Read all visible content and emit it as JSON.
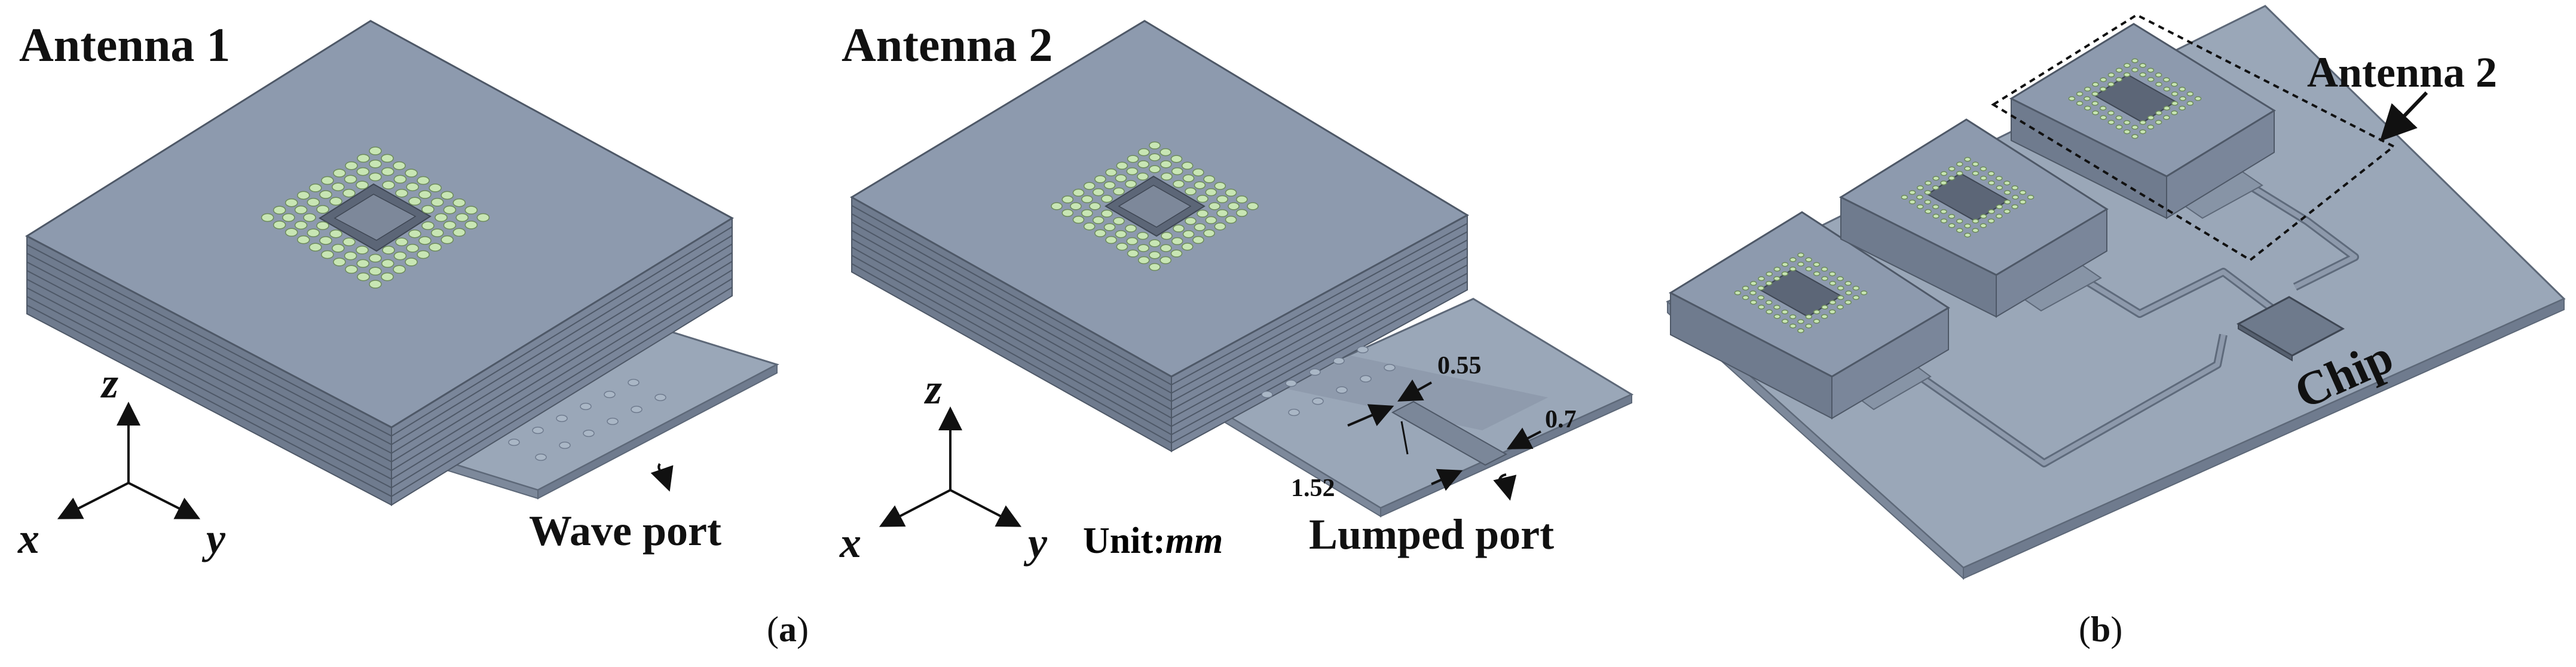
{
  "panel_a": {
    "antenna1_title": "Antenna 1",
    "antenna2_title": "Antenna 2",
    "wave_port_label": "Wave port",
    "lumped_port_label": "Lumped port",
    "unit_label": "Unit:",
    "unit_value": "mm",
    "dim_055": "0.55",
    "dim_07": "0.7",
    "dim_152": "1.52",
    "axis_x": "x",
    "axis_y": "y",
    "axis_z": "z",
    "caption_open": "(",
    "caption_letter": "a",
    "caption_close": ")"
  },
  "panel_b": {
    "antenna2_label": "Antenna 2",
    "chip_label": "Chip",
    "caption_open": "(",
    "caption_letter": "b",
    "caption_close": ")"
  },
  "colors": {
    "block_top": "#8d9aae",
    "block_side": "#6f7b8e",
    "board": "#9aa7b8",
    "via": "#c8e6b4",
    "line": "#1a1a1a"
  }
}
